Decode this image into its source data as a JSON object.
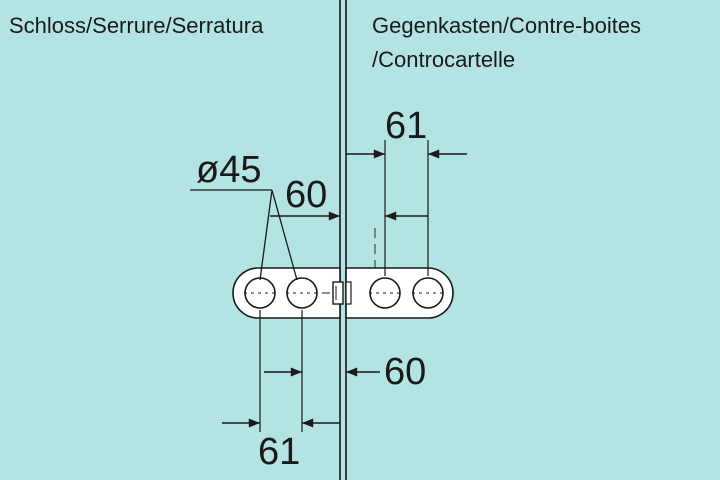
{
  "header": {
    "left_title": "Schloss/Serrure/Serratura",
    "right_title_line1": "Gegenkasten/Contre-boites",
    "right_title_line2": "/Controcartelle"
  },
  "dimensions": {
    "top_right_61": "61",
    "diameter_45": "ø45",
    "upper_60": "60",
    "lower_60": "60",
    "bottom_61": "61"
  },
  "colors": {
    "background": "#b3e3e3",
    "stroke": "#1a1a1a",
    "plate_fill": "#ffffff"
  }
}
